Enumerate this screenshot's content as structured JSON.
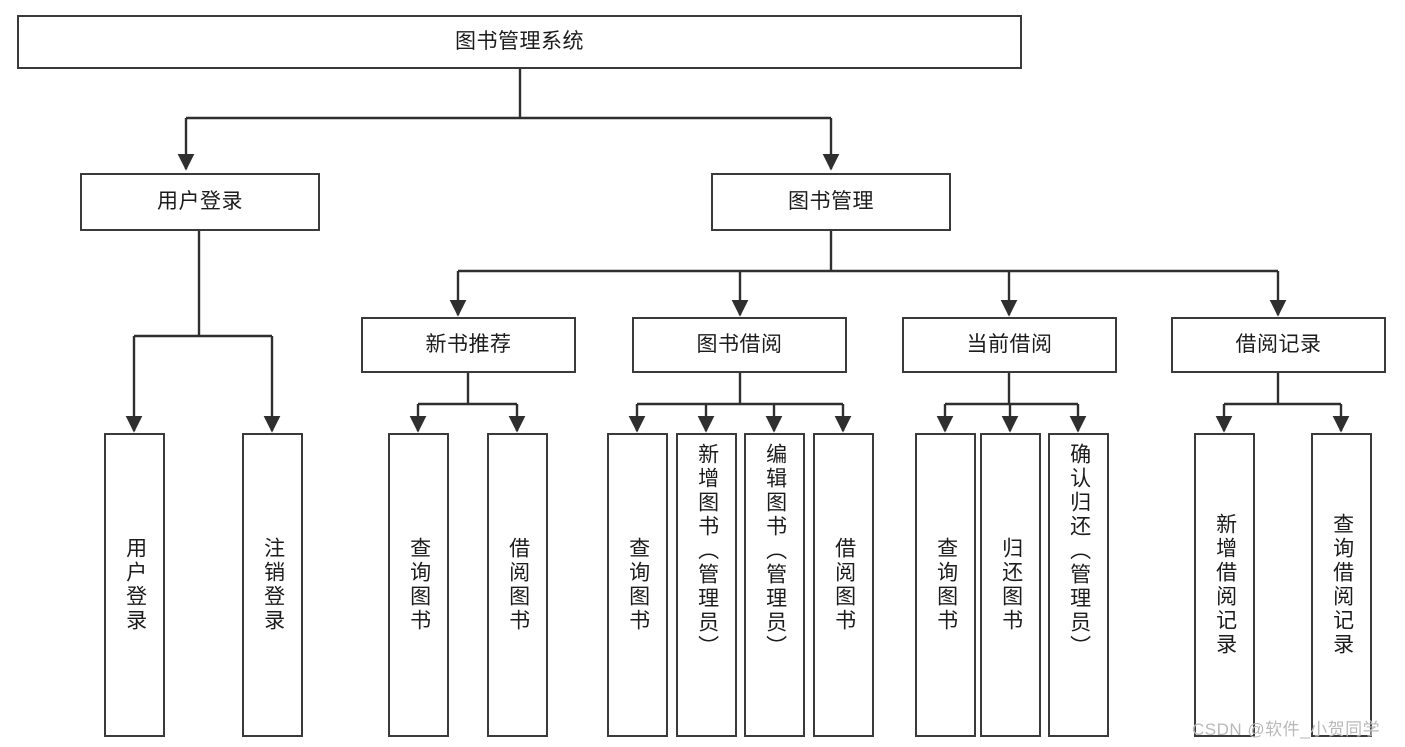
{
  "diagram": {
    "title": "图书管理系统",
    "type": "tree-structure-chart",
    "theme": {
      "background": "#ffffff",
      "box_border": "#3a3a3a",
      "box_fill": "#ffffff",
      "edge_color": "#2f2f2f",
      "text_color": "#1c1c1c",
      "watermark_color": "#b9b9b9"
    }
  },
  "nodes": {
    "root": {
      "label": "图书管理系统"
    },
    "level2": [
      {
        "label": "用户登录"
      },
      {
        "label": "图书管理"
      }
    ],
    "level3": [
      {
        "label": "新书推荐"
      },
      {
        "label": "图书借阅"
      },
      {
        "label": "当前借阅"
      },
      {
        "label": "借阅记录"
      }
    ],
    "leaves": {
      "user_login": [
        {
          "label": "用户登录"
        },
        {
          "label": "注销登录"
        }
      ],
      "new_book": [
        {
          "label": "查询图书"
        },
        {
          "label": "借阅图书"
        }
      ],
      "book_borrow": [
        {
          "label": "查询图书"
        },
        {
          "label": "新增图书（管理员）"
        },
        {
          "label": "编辑图书（管理员）"
        },
        {
          "label": "借阅图书"
        }
      ],
      "current_borrow": [
        {
          "label": "查询图书"
        },
        {
          "label": "归还图书"
        },
        {
          "label": "确认归还（管理员）"
        }
      ],
      "borrow_record": [
        {
          "label": "新增借阅记录"
        },
        {
          "label": "查询借阅记录"
        }
      ]
    }
  },
  "watermark": {
    "text": "CSDN @软件_小贺同学"
  }
}
